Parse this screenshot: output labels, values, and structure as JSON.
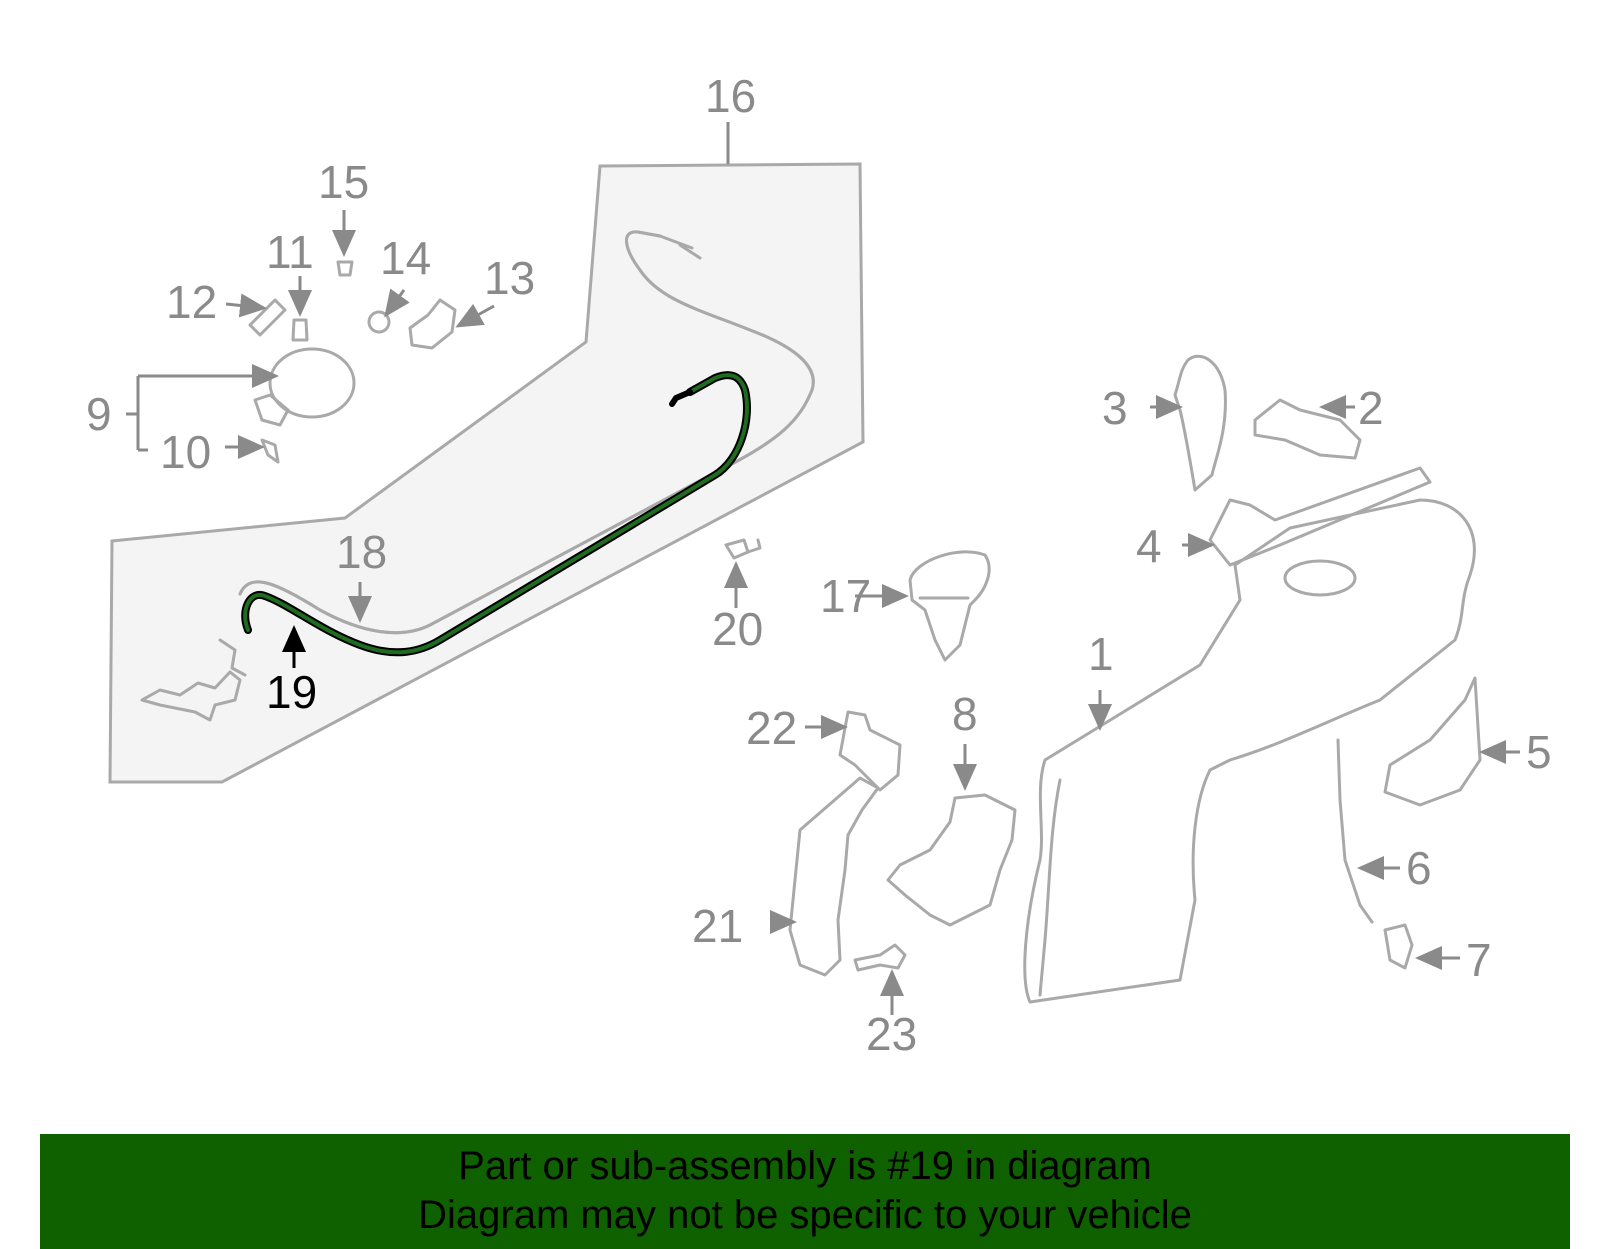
{
  "diagram": {
    "highlighted_part": "19",
    "callouts": {
      "c1": "1",
      "c2": "2",
      "c3": "3",
      "c4": "4",
      "c5": "5",
      "c6": "6",
      "c7": "7",
      "c8": "8",
      "c9": "9",
      "c10": "10",
      "c11": "11",
      "c12": "12",
      "c13": "13",
      "c14": "14",
      "c15": "15",
      "c16": "16",
      "c17": "17",
      "c18": "18",
      "c19": "19",
      "c20": "20",
      "c21": "21",
      "c22": "22",
      "c23": "23"
    },
    "colors": {
      "highlight": "#1f6b1f",
      "banner": "#0f6100",
      "panel": "#f4f4f4",
      "line": "#a9a9a9"
    }
  },
  "banner": {
    "line1": "Part or sub-assembly is #19 in diagram",
    "line2": "Diagram may not be specific to your vehicle"
  }
}
